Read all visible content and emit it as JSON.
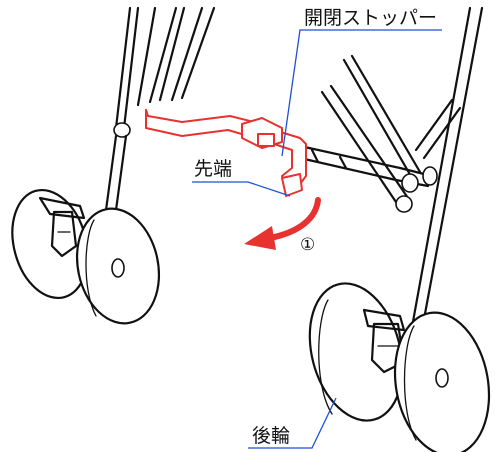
{
  "labels": {
    "stopper": "開閉ストッパー",
    "tip": "先端",
    "rear_wheel": "後輪",
    "step_marker": "①"
  },
  "colors": {
    "part_outline": "#e8322f",
    "arrow": "#e8322f",
    "leader_line": "#1f4fd6",
    "line_art": "#111111"
  }
}
